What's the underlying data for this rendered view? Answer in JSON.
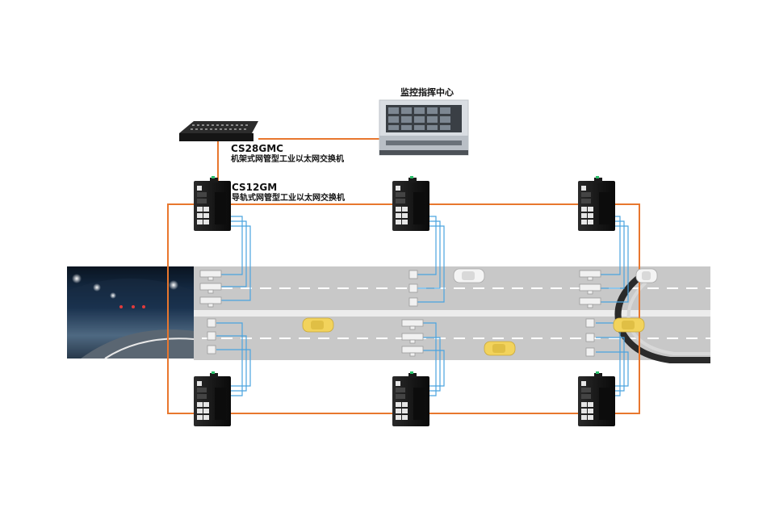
{
  "center": {
    "title": "监控指挥中心"
  },
  "core_switch": {
    "model": "CS28GMC",
    "desc": "机架式网管型工业以太网交换机"
  },
  "rail_switch": {
    "model": "CS12GM",
    "desc": "导轨式网管型工业以太网交换机"
  },
  "colors": {
    "fiber": "#e8772e",
    "copper": "#4aa3df",
    "road": "#c9c9c9",
    "lane_line": "#ffffff",
    "device": "#1d1d1d",
    "car_yellow": "#f2d35c",
    "car_white": "#f4f4f4"
  },
  "icons": [
    "rack-switch-icon",
    "rail-switch-icon",
    "camera-icon",
    "video-wall-icon",
    "tunnel-photo",
    "car-icon"
  ]
}
